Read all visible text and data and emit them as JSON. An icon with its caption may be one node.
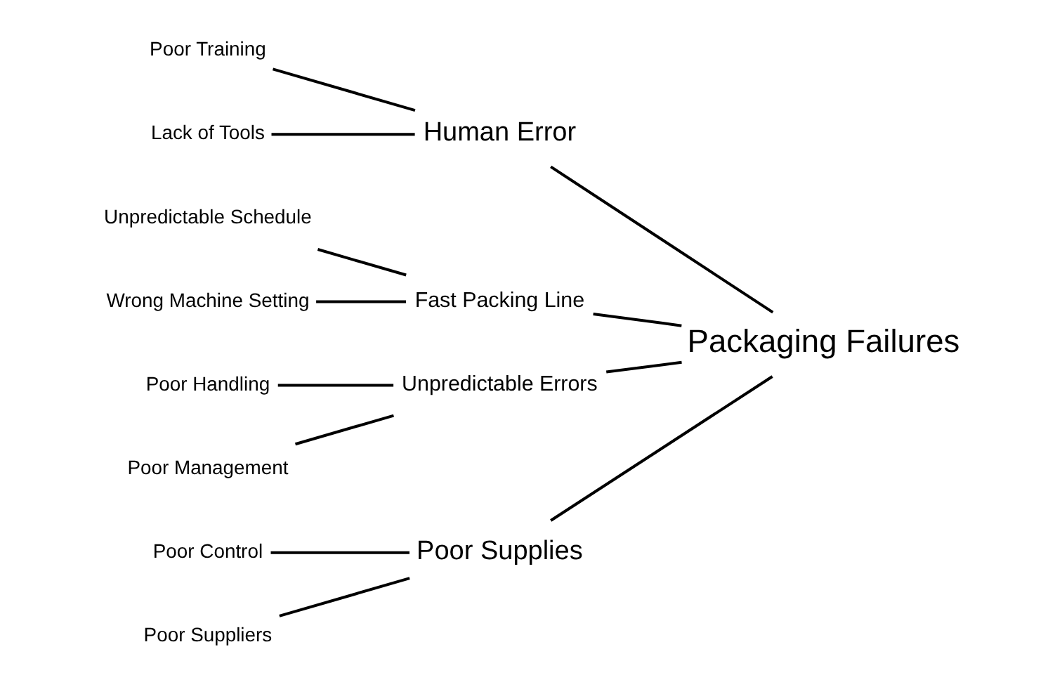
{
  "diagram": {
    "nodes": [
      {
        "text": [
          "Poor Training"
        ]
      },
      {
        "text": [
          "Lack of Tools"
        ]
      },
      {
        "text": [
          "Human Error"
        ]
      },
      {
        "text": [
          "Unpredictable Schedule"
        ]
      },
      {
        "text": [
          "Wrong Machine Setting"
        ]
      },
      {
        "text": [
          "Fast Packing Line"
        ]
      },
      {
        "text": [
          "Poor Handling"
        ]
      },
      {
        "text": [
          "Poor Management"
        ]
      },
      {
        "text": [
          "Unpredictable Errors"
        ]
      },
      {
        "text": [
          "Packaging Failures"
        ]
      },
      {
        "text": [
          "Poor Control"
        ]
      },
      {
        "text": [
          "Poor Suppliers"
        ]
      },
      {
        "text": [
          "Poor Supplies"
        ]
      }
    ],
    "edges": [
      {
        "from": 0,
        "to": 2,
        "arrow": "none"
      },
      {
        "from": 1,
        "to": 2,
        "arrow": "none"
      },
      {
        "from": 2,
        "to": 9,
        "arrow": "none"
      },
      {
        "from": 3,
        "to": 5,
        "arrow": "none"
      },
      {
        "from": 4,
        "to": 5,
        "arrow": "none"
      },
      {
        "from": 5,
        "to": 9,
        "arrow": "none"
      },
      {
        "from": 6,
        "to": 8,
        "arrow": "none"
      },
      {
        "from": 7,
        "to": 8,
        "arrow": "none"
      },
      {
        "from": 8,
        "to": 9,
        "arrow": "none"
      },
      {
        "from": 10,
        "to": 12,
        "arrow": "none"
      },
      {
        "from": 11,
        "to": 12,
        "arrow": "none"
      },
      {
        "from": 12,
        "to": 9,
        "arrow": "none"
      }
    ]
  }
}
